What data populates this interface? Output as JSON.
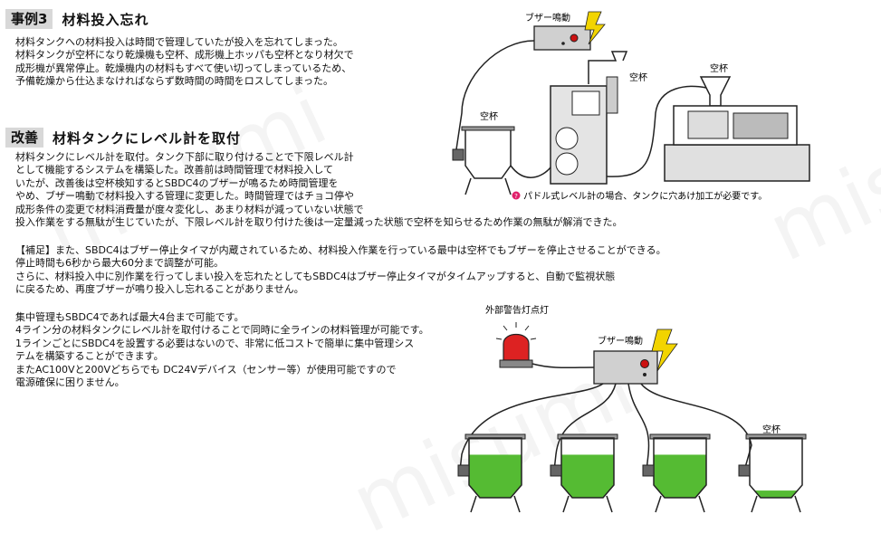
{
  "case3": {
    "tag": "事例3",
    "title": "材料投入忘れ",
    "lines": [
      "材料タンクへの材料投入は時間で管理していたが投入を忘れてしまった。",
      "材料タンクが空杯になり乾燥機も空杯、成形機上ホッパも空杯となり材欠で",
      "成形機が異常停止。乾燥機内の材料もすべて使い切ってしまっているため、",
      "予備乾燥から仕込まなければならず数時間の時間をロスしてしまった。"
    ]
  },
  "improve": {
    "tag": "改善",
    "title": "材料タンクにレベル計を取付",
    "lines": [
      "材料タンクにレベル計を取付。タンク下部に取り付けることで下限レベル計",
      "として機能するシステムを構築した。改善前は時間管理で材料投入して",
      "いたが、改善後は空杯検知するとSBDC4のブザーが鳴るため時間管理を",
      "やめ、ブザー鳴動で材料投入する管理に変更した。時間管理ではチョコ停や",
      "成形条件の変更で材料消費量が度々変化し、あまり材料が減っていない状態で",
      "投入作業をする無駄が生じていたが、下限レベル計を取り付けた後は一定量減った状態で空杯を知らせるため作業の無駄が解消できた。"
    ]
  },
  "supplement": {
    "lines": [
      "【補足】また、SBDC4はブザー停止タイマが内蔵されているため、材料投入作業を行っている最中は空杯でもブザーを停止させることができる。",
      "停止時間も6秒から最大60分まで調整が可能。",
      "さらに、材料投入中に別作業を行ってしまい投入を忘れたとしてもSBDC4はブザー停止タイマがタイムアップすると、自動で監視状態",
      "に戻るため、再度ブザーが鳴り投入し忘れることがありません。"
    ]
  },
  "central": {
    "lines": [
      "集中管理もSBDC4であれば最大4台まで可能です。",
      "4ライン分の材料タンクにレベル計を取付けることで同時に全ラインの材料管理が可能です。",
      "1ラインごとにSBDC4を設置する必要はないので、非常に低コストで簡単に集中管理シス",
      "テムを構築することができます。",
      "またAC100Vと200Vどちらでも DC24Vデバイス（センサー等）が使用可能ですので",
      "電源確保に困りません。"
    ]
  },
  "diagram1": {
    "buzzer_label": "ブザー鳴動",
    "empty_label_tank": "空杯",
    "empty_label_dryer": "空杯",
    "empty_label_molder": "空杯",
    "note": "パドル式レベル計の場合、タンクに穴あけ加工が必要です。"
  },
  "diagram2": {
    "lamp_label": "外部警告灯点灯",
    "buzzer_label": "ブザー鳴動",
    "empty_label": "空杯",
    "tank_levels": [
      0.72,
      0.72,
      0.72,
      0.12
    ]
  },
  "watermark": "misumi",
  "colors": {
    "material_green": "#55bb33",
    "lamp_red": "#dd2222",
    "bolt_yellow": "#f2d400"
  }
}
